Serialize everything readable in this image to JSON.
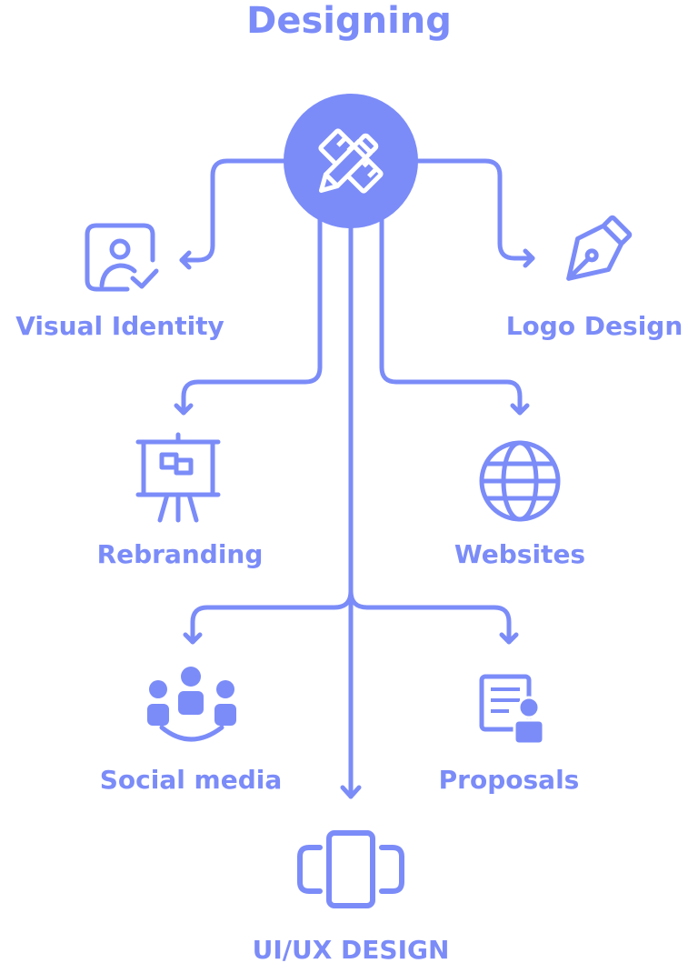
{
  "title": "Designing",
  "accent_color": "#7b8cf8",
  "hub": {
    "icon": "ruler-pencil-icon"
  },
  "items": [
    {
      "label": "Visual Identity",
      "icon": "profile-check-icon"
    },
    {
      "label": "Logo Design",
      "icon": "pen-nib-icon"
    },
    {
      "label": "Rebranding",
      "icon": "presentation-board-icon"
    },
    {
      "label": "Websites",
      "icon": "globe-icon"
    },
    {
      "label": "Social media",
      "icon": "people-group-icon"
    },
    {
      "label": "Proposals",
      "icon": "document-person-icon"
    },
    {
      "label": "UI/UX DESIGN",
      "icon": "devices-icon"
    }
  ]
}
